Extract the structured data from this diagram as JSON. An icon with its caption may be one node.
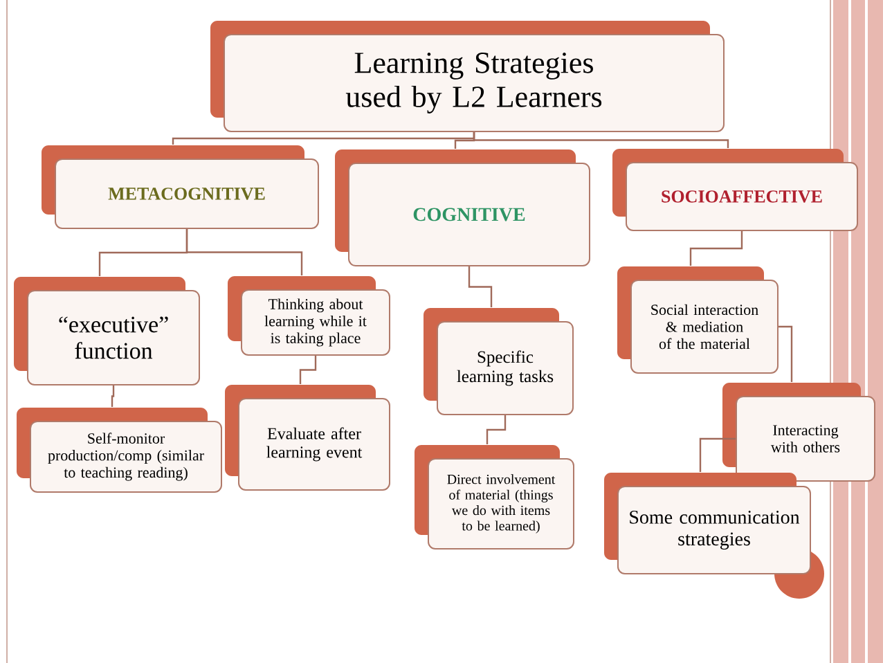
{
  "diagram": {
    "nodes": [
      {
        "text": [
          "Learning Strategies used by L2 Learners"
        ]
      },
      {
        "text": [
          "METACOGNITIVE"
        ]
      },
      {
        "text": [
          "COGNITIVE"
        ]
      },
      {
        "text": [
          "SOCIOAFFECTIVE"
        ]
      },
      {
        "text": [
          "“executive” function"
        ]
      },
      {
        "text": [
          "Thinking about learning while it is taking place"
        ]
      },
      {
        "text": [
          "Specific learning tasks"
        ]
      },
      {
        "text": [
          "Social interaction & mediation of the material"
        ]
      },
      {
        "text": [
          "Self-monitor production/comp (similar to teaching reading)"
        ]
      },
      {
        "text": [
          "Evaluate after learning event"
        ]
      },
      {
        "text": [
          "Direct involvement of material (things we do with items to be learned)"
        ]
      },
      {
        "text": [
          "Interacting with others"
        ]
      },
      {
        "text": [
          "Some communication strategies"
        ]
      }
    ],
    "edges": [
      {
        "from": 0,
        "to": 1,
        "arrow": "none"
      },
      {
        "from": 0,
        "to": 2,
        "arrow": "none"
      },
      {
        "from": 0,
        "to": 3,
        "arrow": "none"
      },
      {
        "from": 1,
        "to": 4,
        "arrow": "none"
      },
      {
        "from": 1,
        "to": 5,
        "arrow": "none"
      },
      {
        "from": 4,
        "to": 8,
        "arrow": "none"
      },
      {
        "from": 5,
        "to": 9,
        "arrow": "none"
      },
      {
        "from": 2,
        "to": 6,
        "arrow": "none"
      },
      {
        "from": 6,
        "to": 10,
        "arrow": "none"
      },
      {
        "from": 3,
        "to": 7,
        "arrow": "none"
      },
      {
        "from": 7,
        "to": 11,
        "arrow": "none"
      },
      {
        "from": 11,
        "to": 12,
        "arrow": "none"
      }
    ]
  }
}
